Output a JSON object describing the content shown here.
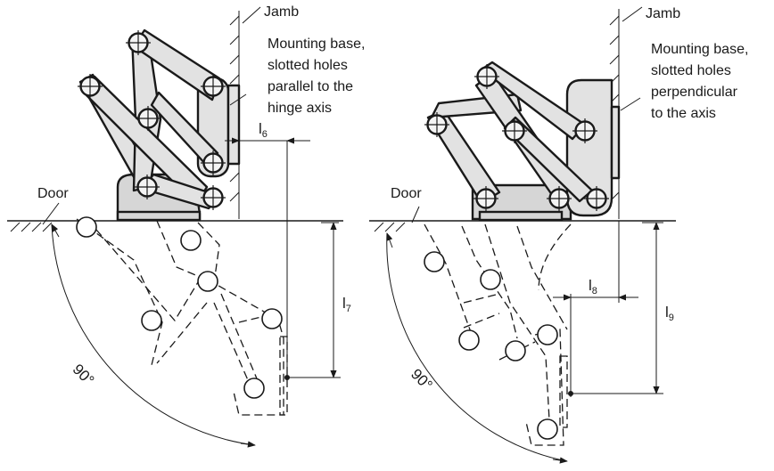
{
  "colors": {
    "line": "#1a1a1a",
    "link_fill": "#e2e2e2",
    "base_fill": "#d6d6d6",
    "background": "#ffffff"
  },
  "left": {
    "jamb_label": "Jamb",
    "base_label_lines": [
      "Mounting base,",
      "slotted holes",
      "parallel to the",
      "hinge axis"
    ],
    "door_label": "Door",
    "dim_a": {
      "letter": "l",
      "index": "6"
    },
    "dim_b": {
      "letter": "l",
      "index": "7"
    },
    "angle_label": "90°"
  },
  "right": {
    "jamb_label": "Jamb",
    "base_label_lines": [
      "Mounting base,",
      "slotted holes",
      "perpendicular",
      "to the axis"
    ],
    "door_label": "Door",
    "dim_a": {
      "letter": "l",
      "index": "8"
    },
    "dim_b": {
      "letter": "l",
      "index": "9"
    },
    "angle_label": "90°"
  }
}
